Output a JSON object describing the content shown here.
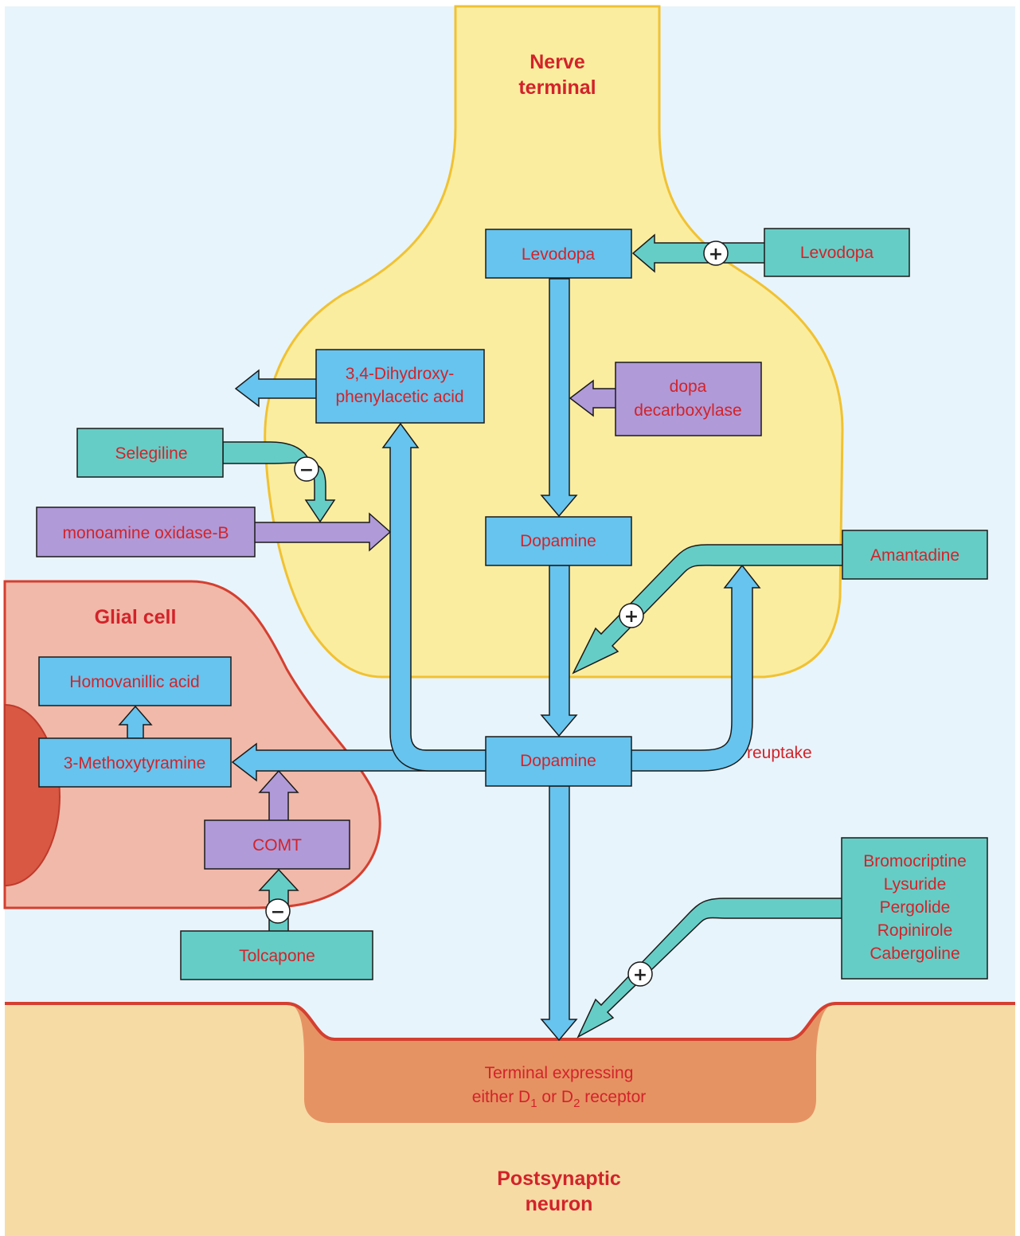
{
  "regions": {
    "nerve_terminal": [
      "Nerve",
      "terminal"
    ],
    "glial_cell": "Glial cell",
    "postsynaptic": [
      "Postsynaptic",
      "neuron"
    ],
    "receptor_terminal_line1": "Terminal expressing",
    "receptor_terminal_line2_parts": [
      "either D",
      "1",
      " or D",
      "2",
      " receptor"
    ]
  },
  "boxes": {
    "levodopa_inside": "Levodopa",
    "levodopa_outside": "Levodopa",
    "dopac": [
      "3,4-Dihydroxy-",
      "phenylacetic acid"
    ],
    "dopa_decarboxylase": [
      "dopa",
      "decarboxylase"
    ],
    "selegiline": "Selegiline",
    "mao_b": "monoamine oxidase-B",
    "dopamine_inside": "Dopamine",
    "amantadine": "Amantadine",
    "homovanillic_acid": "Homovanillic acid",
    "methoxytyramine": "3-Methoxytyramine",
    "dopamine_synapse": "Dopamine",
    "comt": "COMT",
    "tolcapone": "Tolcapone",
    "agonists": [
      "Bromocriptine",
      "Lysuride",
      "Pergolide",
      "Ropinirole",
      "Cabergoline"
    ]
  },
  "labels": {
    "reuptake": "reuptake"
  },
  "signs": {
    "plus": "+",
    "minus": "−"
  },
  "colors": {
    "background": "#e8f4fb",
    "nerve_fill": "#fbeda0",
    "nerve_stroke": "#f0c233",
    "glial_fill": "#f1b9a9",
    "glial_stroke": "#d43f30",
    "nucleus": "#d85843",
    "post_fill": "#f6dba5",
    "post_stroke": "#d43f30",
    "receptor_fill": "#e69363",
    "blue_box": "#67c4ee",
    "teal_box": "#66cdc6",
    "purple_box": "#b09ad8",
    "text_red": "#d2232a"
  }
}
